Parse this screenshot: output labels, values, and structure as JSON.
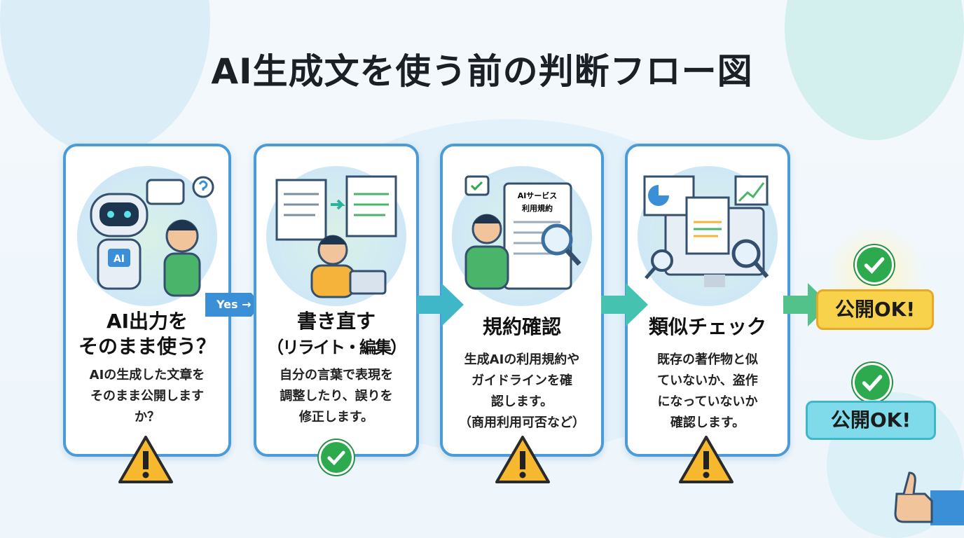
{
  "title": "AI生成文を使う前の判断フロー図",
  "steps": [
    {
      "title_line1": "AI出力を",
      "title_line2": "そのまま使う？",
      "body": [
        "AIの生成した文章を",
        "そのまま公開します",
        "か？"
      ],
      "status": "warning"
    },
    {
      "title_line1": "書き直す",
      "title_line2": "（リライト・編集）",
      "body": [
        "自分の言葉で表現を",
        "調整したり、誤りを",
        "修正します。"
      ],
      "status": "ok"
    },
    {
      "title_line1": "規約確認",
      "body": [
        "生成AIの利用規約や",
        "ガイドラインを確",
        "認します。",
        "（商用利用可否など）"
      ],
      "status": "warning",
      "illustration_doc_text": [
        "AIサービス",
        "利用規約"
      ]
    },
    {
      "title_line1": "類似チェック",
      "body": [
        "既存の著作物と似",
        "ていないか、盗作",
        "になっていないか",
        "確認します。"
      ],
      "status": "warning"
    }
  ],
  "yes_label": "Yes →",
  "robot_label": "AI",
  "result_badges": [
    "公開OK!",
    "公開OK!"
  ],
  "colors": {
    "card_border": "#4a9bd8",
    "warning": "#f5b82e",
    "ok": "#2eaa4e",
    "badge_yellow": "#f8d24a",
    "badge_cyan": "#7fdbea"
  }
}
